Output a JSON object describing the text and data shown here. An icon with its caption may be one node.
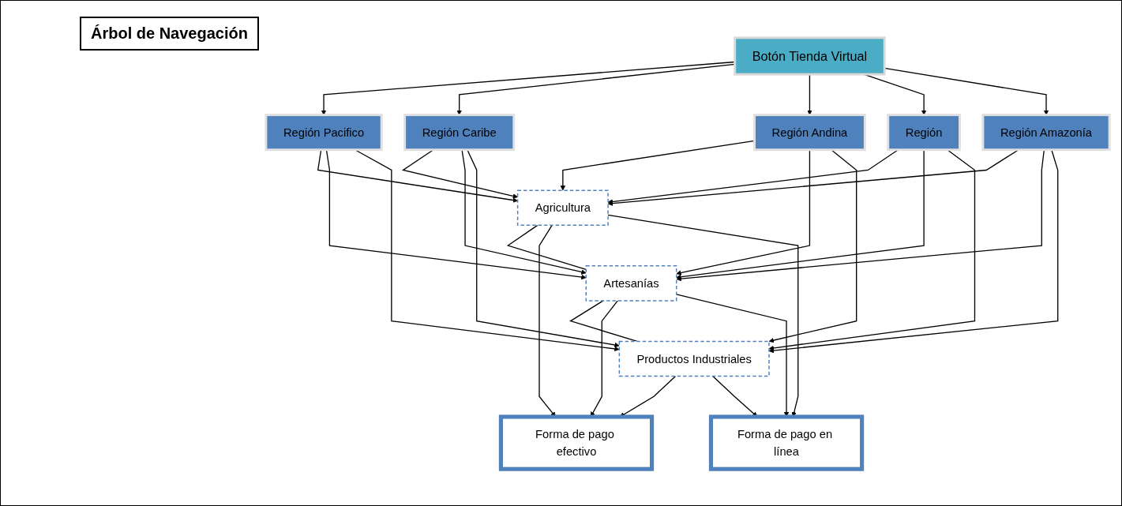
{
  "diagram": {
    "title": "Árbol de Navegación",
    "nodes": [
      {
        "text": [
          "Botón Tienda Virtual"
        ]
      },
      {
        "text": [
          "Región Pacifico"
        ]
      },
      {
        "text": [
          "Región Caribe"
        ]
      },
      {
        "text": [
          "Región Andina"
        ]
      },
      {
        "text": [
          "Región"
        ]
      },
      {
        "text": [
          "Región Amazonía"
        ]
      },
      {
        "text": [
          "Agricultura"
        ]
      },
      {
        "text": [
          "Artesanías"
        ]
      },
      {
        "text": [
          "Productos Industriales"
        ]
      },
      {
        "text": [
          "Forma de pago efectivo"
        ]
      },
      {
        "text": [
          "Forma de pago en línea"
        ]
      }
    ],
    "edges": [
      {
        "from": 0,
        "to": 1,
        "arrow": "to"
      },
      {
        "from": 0,
        "to": 2,
        "arrow": "to"
      },
      {
        "from": 0,
        "to": 3,
        "arrow": "to"
      },
      {
        "from": 0,
        "to": 4,
        "arrow": "to"
      },
      {
        "from": 0,
        "to": 5,
        "arrow": "to"
      },
      {
        "from": 1,
        "to": 6,
        "arrow": "to"
      },
      {
        "from": 1,
        "to": 7,
        "arrow": "to"
      },
      {
        "from": 1,
        "to": 8,
        "arrow": "to"
      },
      {
        "from": 2,
        "to": 6,
        "arrow": "to"
      },
      {
        "from": 2,
        "to": 7,
        "arrow": "to"
      },
      {
        "from": 2,
        "to": 8,
        "arrow": "to"
      },
      {
        "from": 3,
        "to": 6,
        "arrow": "to"
      },
      {
        "from": 3,
        "to": 7,
        "arrow": "to"
      },
      {
        "from": 3,
        "to": 8,
        "arrow": "to"
      },
      {
        "from": 4,
        "to": 6,
        "arrow": "to"
      },
      {
        "from": 4,
        "to": 7,
        "arrow": "to"
      },
      {
        "from": 4,
        "to": 8,
        "arrow": "to"
      },
      {
        "from": 5,
        "to": 6,
        "arrow": "to"
      },
      {
        "from": 5,
        "to": 7,
        "arrow": "to"
      },
      {
        "from": 5,
        "to": 8,
        "arrow": "to"
      },
      {
        "from": 6,
        "to": 7,
        "arrow": "none"
      },
      {
        "from": 7,
        "to": 8,
        "arrow": "none"
      },
      {
        "from": 6,
        "to": 9,
        "arrow": "to"
      },
      {
        "from": 6,
        "to": 10,
        "arrow": "to"
      },
      {
        "from": 7,
        "to": 9,
        "arrow": "to"
      },
      {
        "from": 7,
        "to": 10,
        "arrow": "to"
      },
      {
        "from": 8,
        "to": 9,
        "arrow": "to"
      },
      {
        "from": 8,
        "to": 10,
        "arrow": "to"
      }
    ]
  }
}
